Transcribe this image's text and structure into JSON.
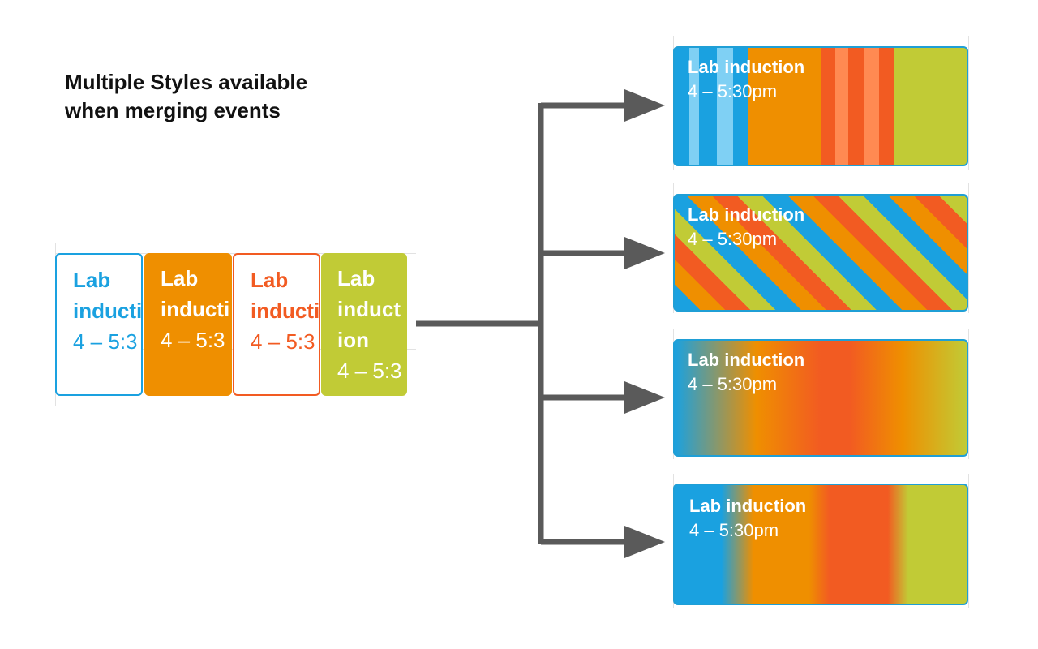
{
  "title": {
    "line1": "Multiple Styles available",
    "line2": "when merging events"
  },
  "source_events": [
    {
      "lines": [
        "Lab",
        "inducti",
        "4 – 5:3"
      ],
      "color": "#1aa1e0",
      "style": "outlined"
    },
    {
      "lines": [
        "Lab",
        "inducti",
        "4 – 5:3"
      ],
      "color": "#ef8f00",
      "style": "filled"
    },
    {
      "lines": [
        "Lab",
        "inducti",
        "4 – 5:3"
      ],
      "color": "#f25b22",
      "style": "outlined"
    },
    {
      "lines": [
        "Lab",
        "induct",
        "ion",
        "4 – 5:3"
      ],
      "color": "#c1cb36",
      "style": "filled"
    }
  ],
  "merged_events": [
    {
      "style": "vertical-stripes",
      "title": "Lab induction",
      "time": "4 – 5:30pm"
    },
    {
      "style": "diagonal-stripes",
      "title": "Lab induction",
      "time": "4 – 5:30pm"
    },
    {
      "style": "smooth-gradient",
      "title": "Lab induction",
      "time": "4 – 5:30pm"
    },
    {
      "style": "banded-gradient",
      "title": "Lab induction",
      "time": "4 – 5:30pm"
    }
  ],
  "colors": {
    "blue": "#1aa1e0",
    "orange": "#ef8f00",
    "red": "#f25b22",
    "lime": "#c1cb36",
    "arrow": "#5a5a5a"
  },
  "icons": {
    "connector": "branching-arrow-icon"
  }
}
